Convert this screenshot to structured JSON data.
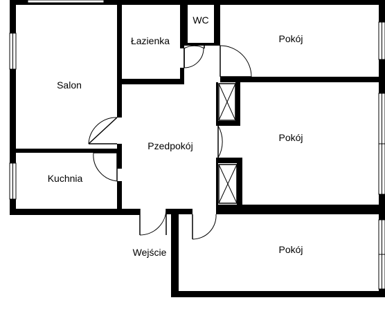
{
  "diagram": {
    "type": "floor-plan",
    "rooms": {
      "salon": "Salon",
      "lazienka": "Łazienka",
      "wc": "WC",
      "pokoj_top": "Pokój",
      "pokoj_middle": "Pokój",
      "pokoj_bottom": "Pokój",
      "przedpokoj": "Pzedpokój",
      "kuchnia": "Kuchnia",
      "wejscie": "Wejście"
    },
    "colors": {
      "wall": "#000000",
      "background": "#ffffff"
    }
  }
}
